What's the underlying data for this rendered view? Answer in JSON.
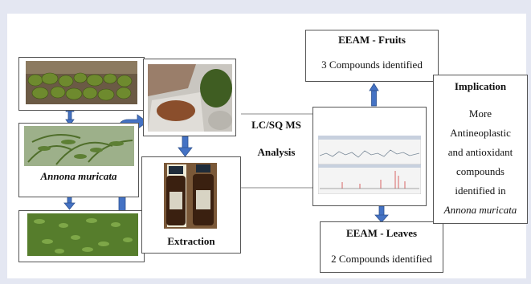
{
  "diagram": {
    "species_label": "Annona muricata",
    "extraction_label": "Extraction",
    "analysis_label_line1": "LC/SQ MS",
    "analysis_label_line2": "Analysis",
    "fruits_title": "EEAM - Fruits",
    "fruits_result": "3 Compounds identified",
    "leaves_title": "EEAM - Leaves",
    "leaves_result": "2 Compounds identified",
    "implication": {
      "title": "Implication",
      "line1": "More",
      "line2": "Antineoplastic",
      "line3": "and antioxidant",
      "line4": "compounds",
      "line5": "identified in",
      "line6": "Annona muricata"
    }
  },
  "colors": {
    "background": "#e4e7f2",
    "arrow": "#4472c4",
    "arrow_border": "#2f528f",
    "box_border": "#555555"
  },
  "icons": [
    "fruits-photo",
    "plant-photo",
    "leaves-photo",
    "ground-powder-photo",
    "extract-bottles-photo",
    "chromatogram-image"
  ]
}
